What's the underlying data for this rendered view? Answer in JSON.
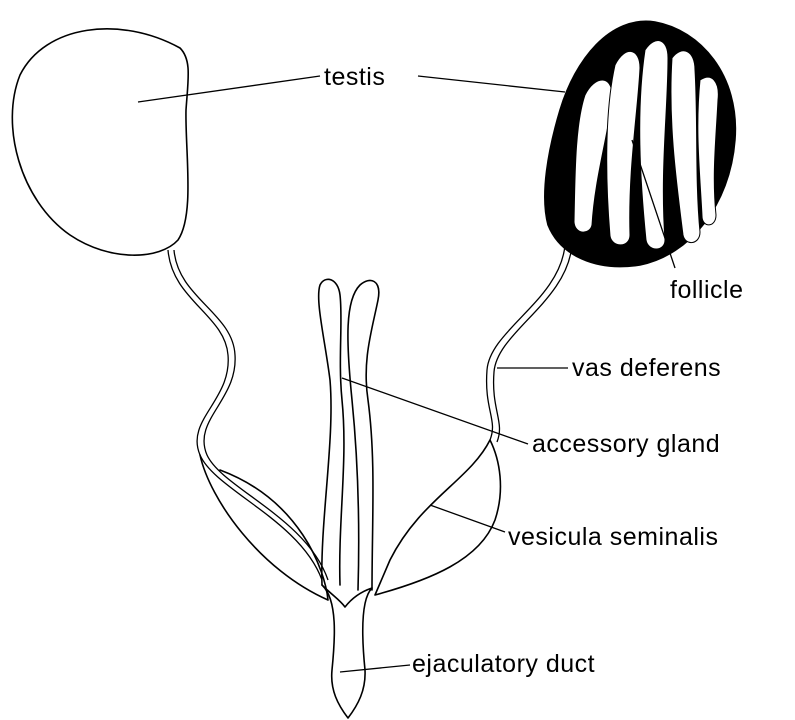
{
  "labels": {
    "testis": "testis",
    "follicle": "follicle",
    "vas_deferens": "vas deferens",
    "accessory_gland": "accessory gland",
    "vesicula_seminalis": "vesicula seminalis",
    "ejaculatory_duct": "ejaculatory duct"
  },
  "colors": {
    "ink": "#000000",
    "background": "#ffffff"
  }
}
